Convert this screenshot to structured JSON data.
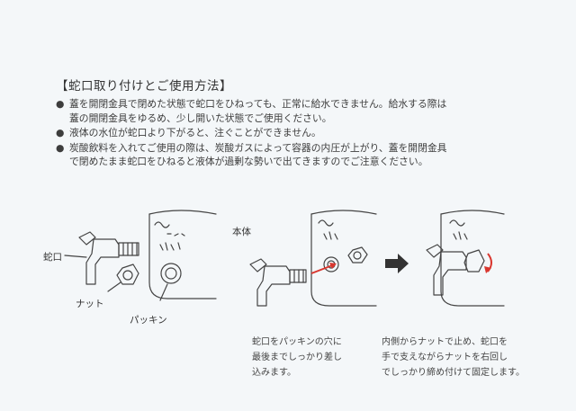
{
  "section_title": "【蛇口取り付けとご使用方法】",
  "bullet_glyph": "●",
  "notes": [
    {
      "line1": "蓋を開閉金具で閉めた状態で蛇口をひねっても、正常に給水できません。給水する際は",
      "line2": "蓋の開閉金具をゆるめ、少し開いた状態でご使用ください。"
    },
    {
      "line1": "液体の水位が蛇口より下がると、注ぐことができません。",
      "line2": ""
    },
    {
      "line1": "炭酸飲料を入れてご使用の際は、炭酸ガスによって容器の内圧が上がり、蓋を開閉金具",
      "line2": "で閉めたまま蛇口をひねると液体が過剰な勢いで出てきますのでご注意ください。"
    }
  ],
  "labels": {
    "faucet": "蛇口",
    "nut": "ナット",
    "packing": "パッキン",
    "body": "本体"
  },
  "captions": {
    "step1": [
      "蛇口をパッキンの穴に",
      "最後までしっかり差し",
      "込みます。"
    ],
    "step2": [
      "内側からナットで止め、蛇口を",
      "手で支えながらナットを右回し",
      "でしっかり締め付けて固定します。"
    ]
  },
  "colors": {
    "background": "#f4f7f9",
    "line_art": "#444444",
    "accent_red": "#d9372f"
  }
}
